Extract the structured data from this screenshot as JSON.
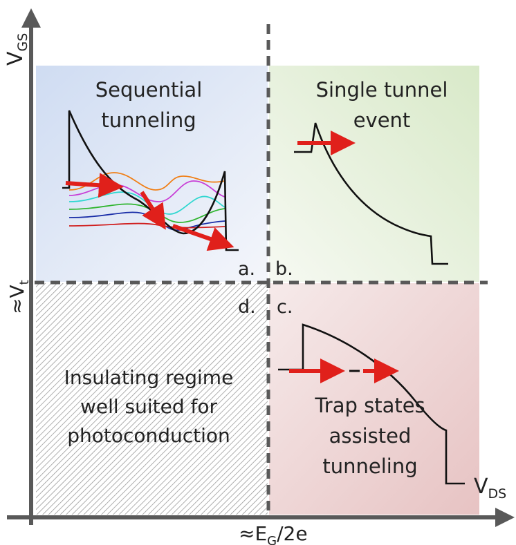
{
  "axes": {
    "y_label_main": "V",
    "y_label_sub": "GS",
    "x_label_main": "V",
    "x_label_sub": "DS",
    "y_threshold_prefix": "≈V",
    "y_threshold_sub": "t",
    "x_threshold_prefix": "≈E",
    "x_threshold_sub": "G",
    "x_threshold_suffix": "/2e"
  },
  "quadrants": {
    "a": {
      "letter": "a.",
      "title_line1": "Sequential",
      "title_line2": "tunneling",
      "color": "#dde6f4"
    },
    "b": {
      "letter": "b.",
      "title_line1": "Single tunnel",
      "title_line2": "event",
      "color": "#e4efda"
    },
    "c": {
      "letter": "c.",
      "title_line1": "Trap states",
      "title_line2": "assisted",
      "title_line3": "tunneling",
      "color": "#efd8d8"
    },
    "d": {
      "letter": "d.",
      "title_line1": "Insulating regime",
      "title_line2": "well suited for",
      "title_line3": "photoconduction"
    }
  },
  "colors": {
    "axis": "#595959",
    "arrow": "#e0201b",
    "divider": "#595959",
    "wavefunctions": [
      "#f07f16",
      "#c83ed6",
      "#2fd7d0",
      "#2fb52f",
      "#1b2fa8",
      "#d02020"
    ]
  }
}
